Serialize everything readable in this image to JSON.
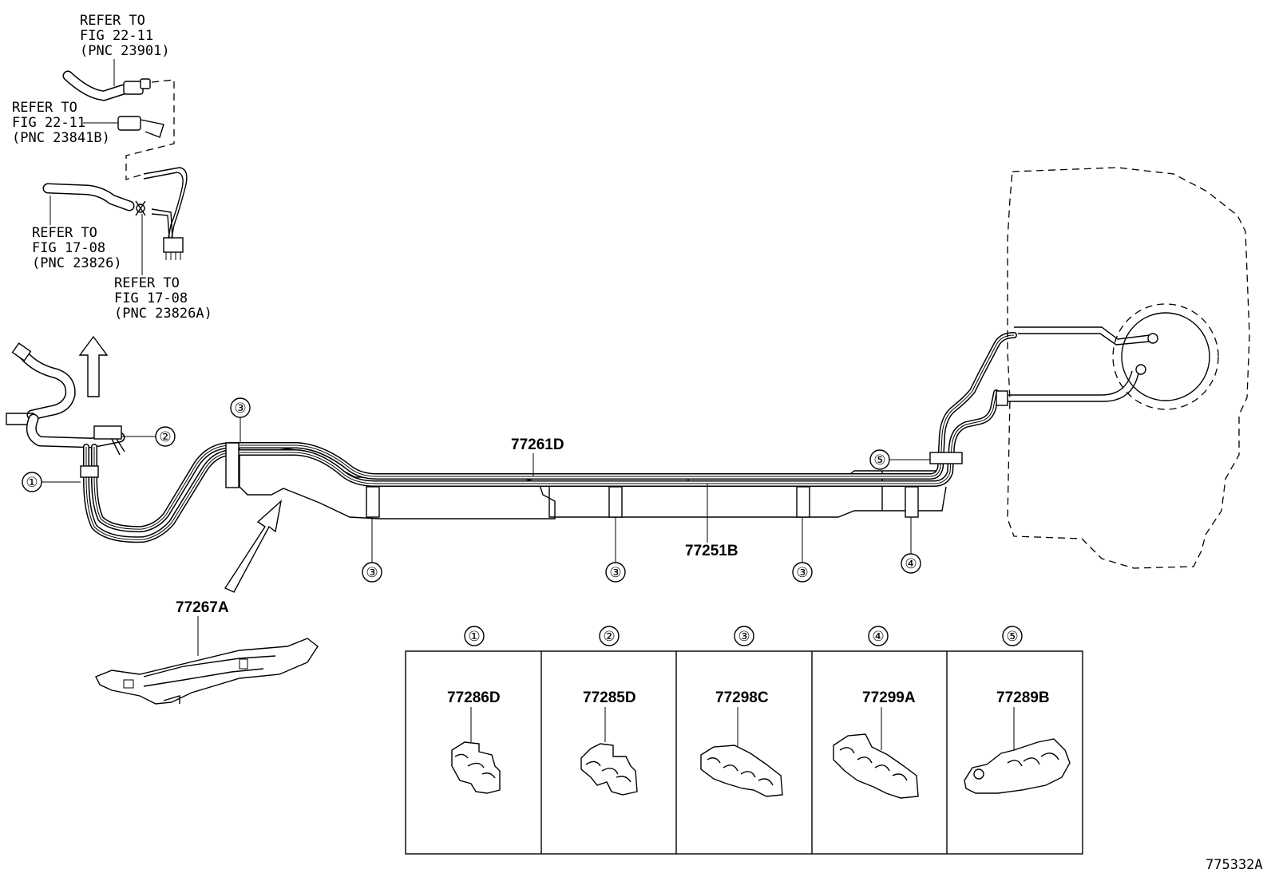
{
  "refs": [
    {
      "line1": "REFER TO",
      "line2": "FIG 22-11",
      "line3": "(PNC 23901)"
    },
    {
      "line1": "REFER TO",
      "line2": "FIG 22-11",
      "line3": "(PNC 23841B)"
    },
    {
      "line1": "REFER TO",
      "line2": "FIG 17-08",
      "line3": "(PNC 23826)"
    },
    {
      "line1": "REFER TO",
      "line2": "FIG 17-08",
      "line3": "(PNC 23826A)"
    }
  ],
  "parts": {
    "tube_upper": "77261D",
    "tube_lower": "77251B",
    "protector": "77267A"
  },
  "callouts": {
    "c1": "①",
    "c2": "②",
    "c3": "③",
    "c4": "④",
    "c5": "⑤"
  },
  "legend": [
    {
      "num": "①",
      "part": "77286D"
    },
    {
      "num": "②",
      "part": "77285D"
    },
    {
      "num": "③",
      "part": "77298C"
    },
    {
      "num": "④",
      "part": "77299A"
    },
    {
      "num": "⑤",
      "part": "77289B"
    }
  ],
  "figure_id": "775332A"
}
